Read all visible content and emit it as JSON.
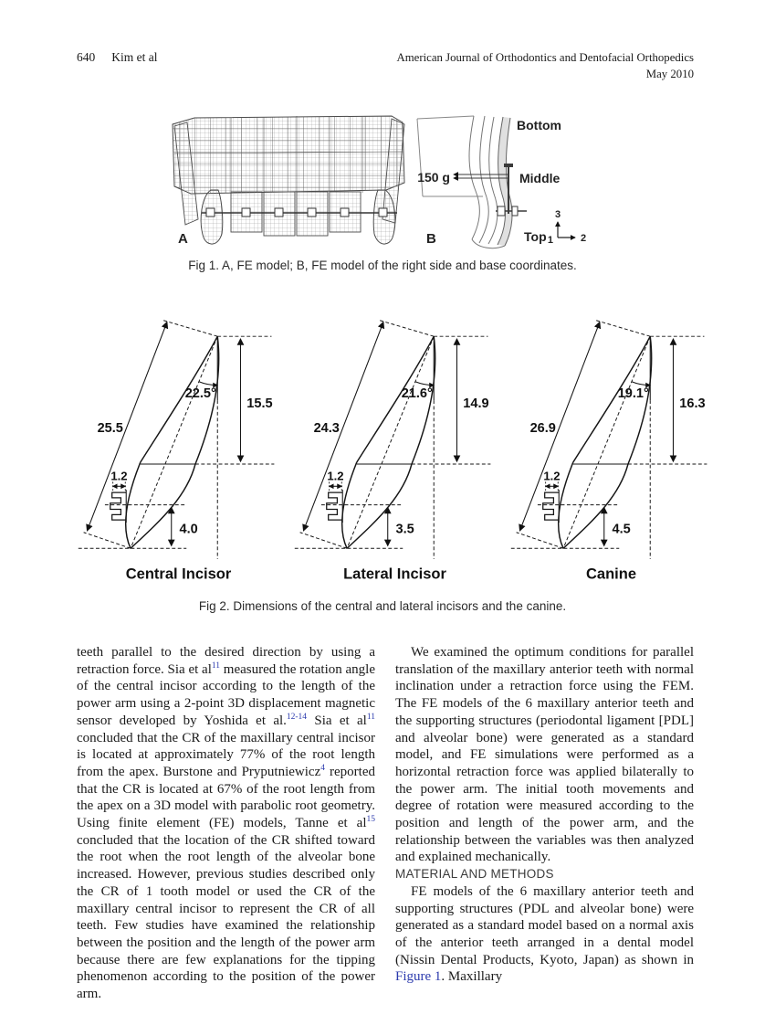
{
  "header": {
    "page_number": "640",
    "running_authors": "Kim et al",
    "journal_name": "American Journal of Orthodontics and Dentofacial Orthopedics",
    "issue_date": "May 2010"
  },
  "figure1": {
    "caption": "Fig 1. A, FE model; B, FE model of the right side and base coordinates.",
    "panel_a_label": "A",
    "panel_b_label": "B",
    "annotations": {
      "bottom": "Bottom",
      "force": "150 g",
      "middle": "Middle",
      "top": "Top",
      "axis_vertical": "3",
      "axis_horizontal": "2",
      "axis_origin": "1"
    }
  },
  "figure2": {
    "caption": "Fig 2. Dimensions of the central and lateral incisors and the canine.",
    "teeth": [
      {
        "name": "Central Incisor",
        "angle": "22.5°",
        "root_height": "15.5",
        "total_length": "25.5",
        "bracket_width": "1.2",
        "crown_height": "4.0"
      },
      {
        "name": "Lateral Incisor",
        "angle": "21.6°",
        "root_height": "14.9",
        "total_length": "24.3",
        "bracket_width": "1.2",
        "crown_height": "3.5"
      },
      {
        "name": "Canine",
        "angle": "19.1°",
        "root_height": "16.3",
        "total_length": "26.9",
        "bracket_width": "1.2",
        "crown_height": "4.5"
      }
    ]
  },
  "body": {
    "left_column_paragraph": [
      {
        "t": "teeth parallel to the desired direction by using a retraction force. Sia et al"
      },
      {
        "t": "11",
        "sup": true
      },
      {
        "t": " measured the rotation angle of the central incisor according to the length of the power arm using a 2-point 3D displacement magnetic sensor developed by Yoshida et al."
      },
      {
        "t": "12-14",
        "sup": true
      },
      {
        "t": " Sia et al"
      },
      {
        "t": "11",
        "sup": true
      },
      {
        "t": " concluded that the CR of the maxillary central incisor is located at approximately 77% of the root length from the apex. Burstone and Pryputniewicz"
      },
      {
        "t": "4",
        "sup": true
      },
      {
        "t": " reported that the CR is located at 67% of the root length from the apex on a 3D model with parabolic root geometry. Using finite element (FE) models, Tanne et al"
      },
      {
        "t": "15",
        "sup": true
      },
      {
        "t": " concluded that the location of the CR shifted toward the root when the root length of the alveolar bone increased. However, previous studies described only the CR of 1 tooth model or used the CR of the maxillary central incisor to represent the CR of all teeth. Few studies have examined the relationship between the position and the length of the power arm because there are few explanations for the tipping phenomenon according to the position of the power arm."
      }
    ],
    "right_column": {
      "paragraph1": "We examined the optimum conditions for parallel translation of the maxillary anterior teeth with normal inclination under a retraction force using the FEM. The FE models of the 6 maxillary anterior teeth and the supporting structures (periodontal ligament [PDL] and alveolar bone) were generated as a standard model, and FE simulations were performed as a horizontal retraction force was applied bilaterally to the power arm. The initial tooth movements and degree of rotation were measured according to the position and length of the power arm, and the relationship between the variables was then analyzed and explained mechanically.",
      "section_heading": "MATERIAL AND METHODS",
      "paragraph2": [
        {
          "t": "FE models of the 6 maxillary anterior teeth and supporting structures (PDL and alveolar bone) were generated as a standard model based on a normal axis of the anterior teeth arranged in a dental model (Nissin Dental Products, Kyoto, Japan) as shown in "
        },
        {
          "t": "Figure 1",
          "link": true,
          "name": "figure1-crossref-link"
        },
        {
          "t": ". Maxillary"
        }
      ]
    }
  }
}
